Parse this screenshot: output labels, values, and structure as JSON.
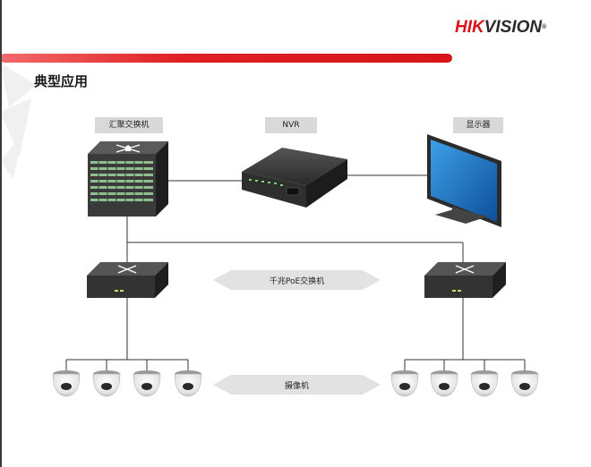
{
  "brand": {
    "name_red": "HIK",
    "name_dark": "VISION",
    "mark": "®"
  },
  "page": {
    "title": "典型应用"
  },
  "devices": {
    "core_switch": {
      "label": "汇聚交换机"
    },
    "nvr": {
      "label": "NVR"
    },
    "display": {
      "label": "显示器"
    }
  },
  "poe_switch_label": "千兆PoE交换机",
  "camera_label": "摄像机",
  "colors": {
    "accent": "#d7141a",
    "tag_bg": "#d9d9d9",
    "line": "#333333"
  },
  "icons": [
    "core-switch-icon",
    "nvr-icon",
    "monitor-icon",
    "poe-switch-icon",
    "dome-camera-icon"
  ]
}
